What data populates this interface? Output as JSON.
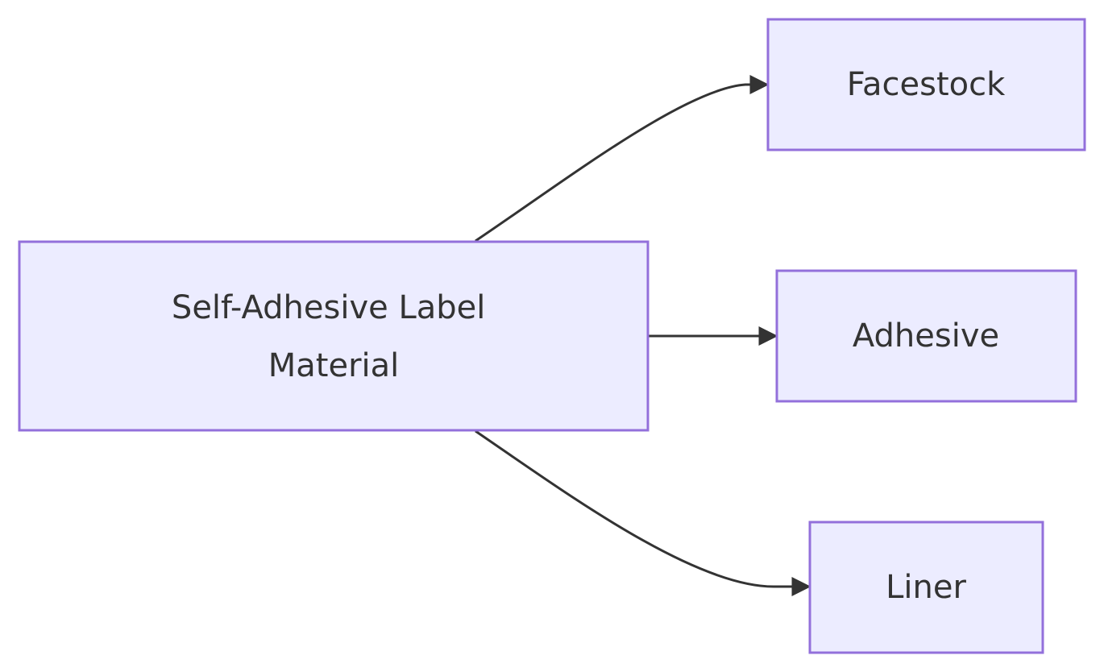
{
  "diagram": {
    "colors": {
      "node_fill": "#ECECFF",
      "node_stroke": "#9370DB",
      "edge": "#333333",
      "text": "#333333"
    },
    "nodes": {
      "root": {
        "label_line1": "Self-Adhesive Label",
        "label_line2": "Material"
      },
      "facestock": {
        "label": "Facestock"
      },
      "adhesive": {
        "label": "Adhesive"
      },
      "liner": {
        "label": "Liner"
      }
    },
    "edges": [
      {
        "from": "root",
        "to": "facestock"
      },
      {
        "from": "root",
        "to": "adhesive"
      },
      {
        "from": "root",
        "to": "liner"
      }
    ]
  }
}
